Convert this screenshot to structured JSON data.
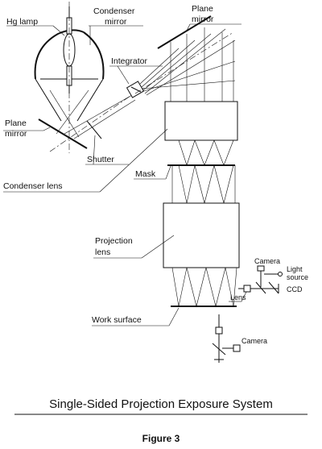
{
  "labels": {
    "hg_lamp": "Hg lamp",
    "condenser_mirror_1": "Condenser",
    "condenser_mirror_2": "mirror",
    "plane_mirror_top_1": "Plane",
    "plane_mirror_top_2": "mirror",
    "integrator": "Integrator",
    "plane_mirror_left_1": "Plane",
    "plane_mirror_left_2": "mirror",
    "shutter": "Shutter",
    "condenser_lens": "Condenser lens",
    "mask": "Mask",
    "projection_lens_1": "Projection",
    "projection_lens_2": "lens",
    "camera_top": "Camera",
    "light_source_1": "Light",
    "light_source_2": "source",
    "ccd": "CCD",
    "lens": "Lens",
    "work_surface": "Work surface",
    "camera_bottom": "Camera"
  },
  "title": "Single-Sided Projection Exposure System",
  "figure_caption": "Figure 3"
}
